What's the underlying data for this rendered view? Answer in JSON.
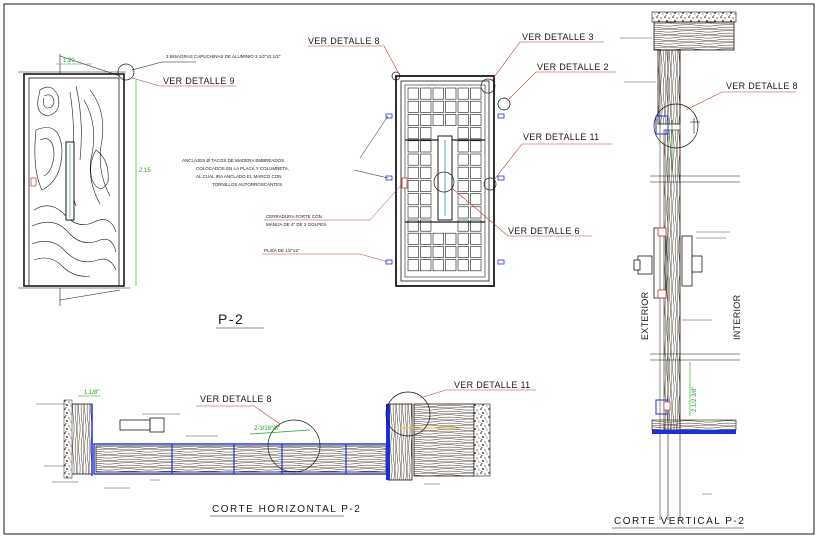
{
  "door_elevation": {
    "callout_top": "3 BISAGRAS CAPUCHINAS DE ALUMINIO 3 1/2\"x3 1/2\"",
    "detail_ref": "VER DETALLE 9",
    "dim_width": "1.20",
    "dim_height": "2.15"
  },
  "door_front": {
    "detail_8_top": "VER DETALLE 8",
    "detail_3": "VER DETALLE 3",
    "detail_2": "VER DETALLE 2",
    "detail_11": "VER DETALLE 11",
    "detail_6": "VER DETALLE 6",
    "anchors_note_1": "ANCLAJES Ø TACOS DE MADERA EMBREADOS",
    "anchors_note_2": "COLOCADOS EN LA PLACA Y COLUMNETA,",
    "anchors_note_3": "AL CUAL IRA ANCLADO EL MARCO CON",
    "anchors_note_4": "TORNILLOS AUTORROSCANTES",
    "lock_note_1": "CERRADURA FORTE CON",
    "lock_note_2": "MANIJA DE 4\" DE 2 GOLPES",
    "bolt_note": "PLISA DE 1/2\"x2\"",
    "mark": "P-2"
  },
  "section_vertical": {
    "detail_ref": "VER DETALLE 8",
    "side_exterior": "EXTERIOR",
    "side_interior": "INTERIOR",
    "dim": "2.1/2 3/8\"",
    "title": "CORTE VERTICAL P-2"
  },
  "section_horizontal": {
    "detail_8": "VER DETALLE 8",
    "detail_11": "VER DETALLE 11",
    "dim_left": "1.1/8\"",
    "dim_mid": "2-3/16\"/8\"",
    "title": "CORTE HORIZONTAL P-2"
  },
  "colors": {
    "line": "#1a1a1a",
    "blue": "#1f2fd6",
    "green": "#1aa51a",
    "red": "#c0392b",
    "teal": "#1a9a9a"
  }
}
